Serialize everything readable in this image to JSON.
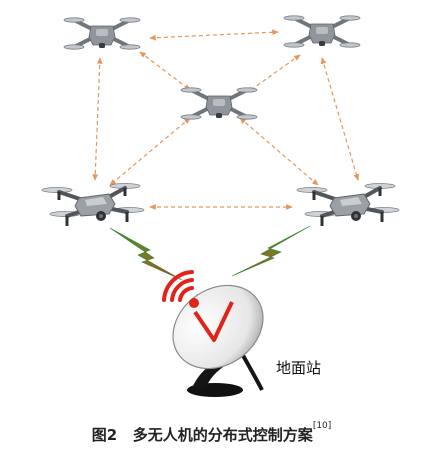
{
  "diagram": {
    "nodes": [
      {
        "id": "uav-top-left",
        "kind": "drone-top"
      },
      {
        "id": "uav-top-right",
        "kind": "drone-top"
      },
      {
        "id": "uav-center",
        "kind": "drone-top"
      },
      {
        "id": "uav-mid-left",
        "kind": "drone-side"
      },
      {
        "id": "uav-mid-right",
        "kind": "drone-side"
      },
      {
        "id": "ground-station",
        "kind": "satellite-dish"
      }
    ],
    "edges": [
      {
        "from": "uav-top-left",
        "to": "uav-top-right",
        "style": "dashed-bidirectional"
      },
      {
        "from": "uav-top-left",
        "to": "uav-center",
        "style": "dashed-bidirectional"
      },
      {
        "from": "uav-top-right",
        "to": "uav-center",
        "style": "dashed-bidirectional"
      },
      {
        "from": "uav-top-left",
        "to": "uav-mid-left",
        "style": "dashed-bidirectional"
      },
      {
        "from": "uav-top-right",
        "to": "uav-mid-right",
        "style": "dashed-bidirectional"
      },
      {
        "from": "uav-center",
        "to": "uav-mid-left",
        "style": "dashed-bidirectional"
      },
      {
        "from": "uav-center",
        "to": "uav-mid-right",
        "style": "dashed-bidirectional"
      },
      {
        "from": "uav-mid-left",
        "to": "uav-mid-right",
        "style": "dashed-bidirectional"
      },
      {
        "from": "uav-mid-left",
        "to": "ground-station",
        "style": "wireless-link"
      },
      {
        "from": "uav-mid-right",
        "to": "ground-station",
        "style": "wireless-link"
      }
    ],
    "ground_station_label": "地面站",
    "caption": {
      "figure_label": "图2",
      "title": "多无人机的分布式控制方案",
      "reference": "[10]"
    }
  },
  "colors": {
    "link_dashed": "#e6965a",
    "drone_body": "#8f959b",
    "wireless_red": "#d8222a",
    "wireless_green": "#2e8b2e",
    "dish_red": "#e2231a",
    "dish_base": "#111111"
  }
}
